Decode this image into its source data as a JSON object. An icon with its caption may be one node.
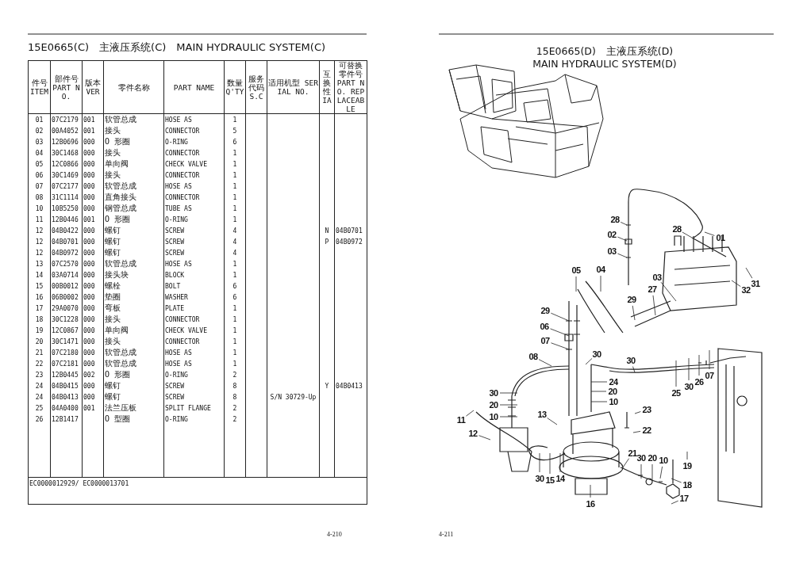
{
  "diagram": {
    "nodes": [
      {
        "text": [
          "28"
        ]
      },
      {
        "text": [
          "02"
        ]
      },
      {
        "text": [
          "03"
        ]
      },
      {
        "text": [
          "28"
        ]
      },
      {
        "text": [
          "01"
        ]
      },
      {
        "text": [
          "05"
        ]
      },
      {
        "text": [
          "04"
        ]
      },
      {
        "text": [
          "31"
        ]
      },
      {
        "text": [
          "32"
        ]
      },
      {
        "text": [
          "27"
        ]
      },
      {
        "text": [
          "03"
        ]
      },
      {
        "text": [
          "29"
        ]
      },
      {
        "text": [
          "29"
        ]
      },
      {
        "text": [
          "06"
        ]
      },
      {
        "text": [
          "07"
        ]
      },
      {
        "text": [
          "08"
        ]
      },
      {
        "text": [
          "30"
        ]
      },
      {
        "text": [
          "30"
        ]
      },
      {
        "text": [
          "24"
        ]
      },
      {
        "text": [
          "20"
        ]
      },
      {
        "text": [
          "10"
        ]
      },
      {
        "text": [
          "25"
        ]
      },
      {
        "text": [
          "30"
        ]
      },
      {
        "text": [
          "26"
        ]
      },
      {
        "text": [
          "07"
        ]
      },
      {
        "text": [
          "30"
        ]
      },
      {
        "text": [
          "20"
        ]
      },
      {
        "text": [
          "10"
        ]
      },
      {
        "text": [
          "11"
        ]
      },
      {
        "text": [
          "12"
        ]
      },
      {
        "text": [
          "13"
        ]
      },
      {
        "text": [
          "23"
        ]
      },
      {
        "text": [
          "22"
        ]
      },
      {
        "text": [
          "21"
        ]
      },
      {
        "text": [
          "30"
        ]
      },
      {
        "text": [
          "20"
        ]
      },
      {
        "text": [
          "10"
        ]
      },
      {
        "text": [
          "19"
        ]
      },
      {
        "text": [
          "18"
        ]
      },
      {
        "text": [
          "17"
        ]
      },
      {
        "text": [
          "30"
        ]
      },
      {
        "text": [
          "15"
        ]
      },
      {
        "text": [
          "14"
        ]
      },
      {
        "text": [
          "16"
        ]
      }
    ],
    "edges": [
      {
        "from": 0,
        "to": null,
        "arrow": "none"
      },
      {
        "from": 1,
        "to": null,
        "arrow": "none"
      },
      {
        "from": 2,
        "to": null,
        "arrow": "none"
      },
      {
        "from": 3,
        "to": null,
        "arrow": "none"
      },
      {
        "from": 4,
        "to": null,
        "arrow": "none"
      },
      {
        "from": 5,
        "to": null,
        "arrow": "none"
      },
      {
        "from": 6,
        "to": null,
        "arrow": "none"
      },
      {
        "from": 7,
        "to": null,
        "arrow": "none"
      },
      {
        "from": 8,
        "to": null,
        "arrow": "none"
      },
      {
        "from": 9,
        "to": null,
        "arrow": "none"
      },
      {
        "from": 10,
        "to": null,
        "arrow": "none"
      },
      {
        "from": 11,
        "to": null,
        "arrow": "none"
      },
      {
        "from": 12,
        "to": null,
        "arrow": "none"
      },
      {
        "from": 13,
        "to": null,
        "arrow": "none"
      },
      {
        "from": 14,
        "to": null,
        "arrow": "none"
      },
      {
        "from": 15,
        "to": null,
        "arrow": "none"
      },
      {
        "from": 16,
        "to": null,
        "arrow": "none"
      },
      {
        "from": 17,
        "to": null,
        "arrow": "none"
      },
      {
        "from": 18,
        "to": null,
        "arrow": "none"
      },
      {
        "from": 19,
        "to": null,
        "arrow": "none"
      },
      {
        "from": 20,
        "to": null,
        "arrow": "none"
      },
      {
        "from": 21,
        "to": null,
        "arrow": "none"
      },
      {
        "from": 22,
        "to": null,
        "arrow": "none"
      },
      {
        "from": 23,
        "to": null,
        "arrow": "none"
      },
      {
        "from": 24,
        "to": null,
        "arrow": "none"
      },
      {
        "from": 25,
        "to": null,
        "arrow": "none"
      },
      {
        "from": 26,
        "to": null,
        "arrow": "none"
      },
      {
        "from": 27,
        "to": null,
        "arrow": "none"
      },
      {
        "from": 28,
        "to": null,
        "arrow": "none"
      },
      {
        "from": 29,
        "to": null,
        "arrow": "none"
      },
      {
        "from": 30,
        "to": null,
        "arrow": "none"
      },
      {
        "from": 31,
        "to": null,
        "arrow": "none"
      },
      {
        "from": 32,
        "to": null,
        "arrow": "none"
      },
      {
        "from": 33,
        "to": null,
        "arrow": "none"
      },
      {
        "from": 34,
        "to": null,
        "arrow": "none"
      },
      {
        "from": 35,
        "to": null,
        "arrow": "none"
      },
      {
        "from": 36,
        "to": null,
        "arrow": "none"
      },
      {
        "from": 37,
        "to": null,
        "arrow": "none"
      },
      {
        "from": 38,
        "to": null,
        "arrow": "none"
      },
      {
        "from": 39,
        "to": null,
        "arrow": "none"
      },
      {
        "from": 40,
        "to": null,
        "arrow": "none"
      },
      {
        "from": 41,
        "to": null,
        "arrow": "none"
      },
      {
        "from": 42,
        "to": null,
        "arrow": "none"
      },
      {
        "from": 43,
        "to": null,
        "arrow": "none"
      }
    ],
    "labels": [
      "15E0665(C)　主液压系统(C)　MAIN HYDRAULIC SYSTEM(C)",
      "件号 ITEM",
      "部件号 PART NO.",
      "版本 VER",
      "零件名称",
      "PART NAME",
      "数量 Q'TY",
      "服务代码 S.C",
      "适用机型 SERIAL NO.",
      "互换性 IA",
      "可替换零件号 PART NO. REPLACEABLE",
      "01",
      "07C2179",
      "001",
      "软管总成",
      "HOSE AS",
      "1",
      "02",
      "00A4052",
      "001",
      "接头",
      "CONNECTOR",
      "5",
      "03",
      "12B0696",
      "000",
      "O 形圈",
      "O-RING",
      "6",
      "04",
      "30C1468",
      "000",
      "接头",
      "CONNECTOR",
      "1",
      "05",
      "12C0866",
      "000",
      "单向阀",
      "CHECK VALVE",
      "1",
      "06",
      "30C1469",
      "000",
      "接头",
      "CONNECTOR",
      "1",
      "07",
      "07C2177",
      "000",
      "软管总成",
      "HOSE AS",
      "1",
      "08",
      "31C1114",
      "000",
      "直角接头",
      "CONNECTOR",
      "1",
      "10",
      "10B5250",
      "000",
      "钢管总成",
      "TUBE AS",
      "1",
      "11",
      "12B0446",
      "001",
      "O 形圈",
      "O-RING",
      "1",
      "12",
      "04B0422",
      "000",
      "螺钉",
      "SCREW",
      "4",
      "N",
      "04B0701",
      "12",
      "04B0701",
      "000",
      "螺钉",
      "SCREW",
      "4",
      "P",
      "04B0972",
      "12",
      "04B0972",
      "000",
      "螺钉",
      "SCREW",
      "4",
      "13",
      "07C2570",
      "000",
      "软管总成",
      "HOSE AS",
      "1",
      "14",
      "03A0714",
      "000",
      "接头块",
      "BLOCK",
      "1",
      "15",
      "00B0012",
      "000",
      "螺栓",
      "BOLT",
      "6",
      "16",
      "06B0002",
      "000",
      "垫圈",
      "WASHER",
      "6",
      "17",
      "29A0070",
      "000",
      "弯板",
      "PLATE",
      "1",
      "18",
      "30C1228",
      "000",
      "接头",
      "CONNECTOR",
      "1",
      "19",
      "12C0867",
      "000",
      "单向阀",
      "CHECK VALVE",
      "1",
      "20",
      "30C1471",
      "000",
      "接头",
      "CONNECTOR",
      "1",
      "21",
      "07C2180",
      "000",
      "软管总成",
      "HOSE AS",
      "1",
      "22",
      "07C2181",
      "000",
      "软管总成",
      "HOSE AS",
      "1",
      "23",
      "12B0445",
      "002",
      "O 形圈",
      "O-RING",
      "2",
      "24",
      "04B0415",
      "000",
      "螺钉",
      "SCREW",
      "8",
      "Y",
      "04B0413",
      "24",
      "04B0413",
      "000",
      "螺钉",
      "SCREW",
      "8",
      "S/N 30729-Up",
      "25",
      "04A0400",
      "001",
      "法兰压板",
      "SPLIT FLANGE",
      "2",
      "26",
      "12B1417",
      "O 型圈",
      "O-RING",
      "2",
      "EC0000012929/ EC0000013701",
      "4-210",
      "15E0665(D)　主液压系统(D)",
      "MAIN HYDRAULIC SYSTEM(D)",
      "4-211"
    ]
  }
}
